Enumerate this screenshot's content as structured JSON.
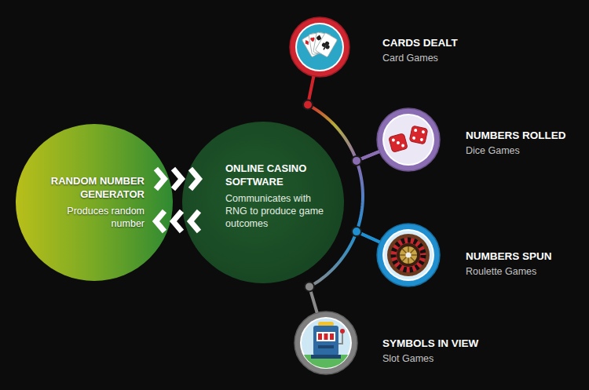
{
  "diagram": {
    "nodes": [
      {
        "text": [
          "RANDOM NUMBER GENERATOR",
          "Produces random number"
        ]
      },
      {
        "text": [
          "ONLINE CASINO SOFTWARE",
          "Communicates with RNG to produce game outcomes"
        ]
      },
      {
        "text": [
          "CARDS DEALT",
          "Card Games"
        ]
      },
      {
        "text": [
          "NUMBERS ROLLED",
          "Dice Games"
        ]
      },
      {
        "text": [
          "NUMBERS SPUN",
          "Roulette Games"
        ]
      },
      {
        "text": [
          "SYMBOLS IN VIEW",
          "Slot Games"
        ]
      }
    ],
    "edges": [
      {
        "from": 0,
        "to": 1,
        "arrow": "to"
      },
      {
        "from": 1,
        "to": 0,
        "arrow": "to"
      },
      {
        "from": 2,
        "to": 3,
        "arrow": "none"
      },
      {
        "from": 3,
        "to": 4,
        "arrow": "none"
      },
      {
        "from": 4,
        "to": 5,
        "arrow": "none"
      }
    ]
  }
}
